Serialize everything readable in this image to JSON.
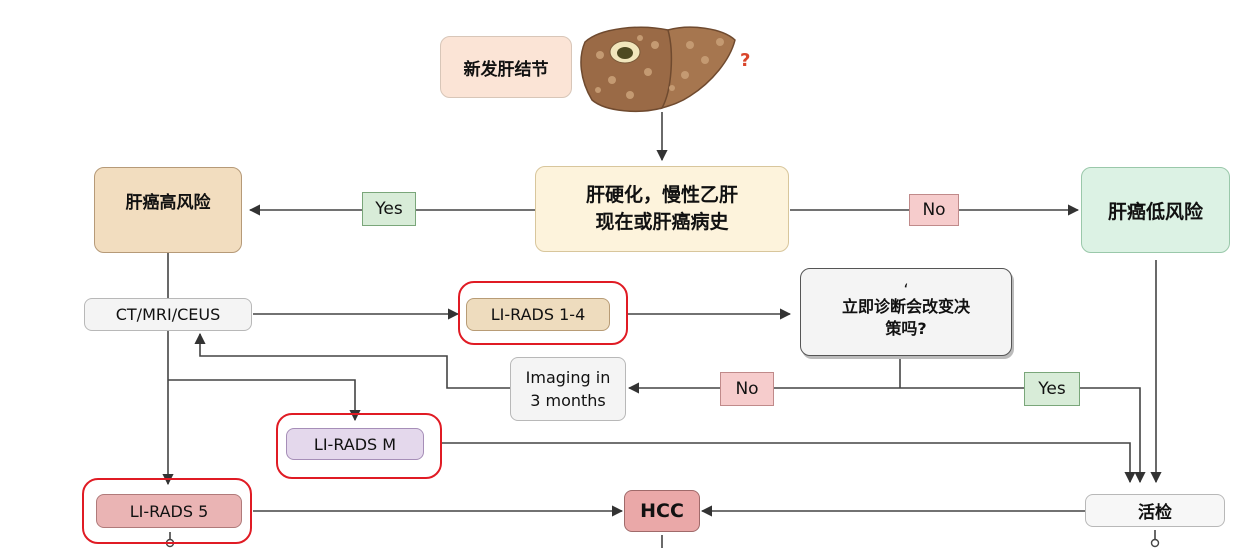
{
  "new_nodule": "新发肝结节",
  "liver_question_mark": "?",
  "history_question": {
    "line1": "肝硬化，慢性乙肝",
    "line2": "现在或肝癌病史"
  },
  "high_risk": "肝癌高风险",
  "low_risk": "肝癌低风险",
  "yes_label": "Yes",
  "no_label": "No",
  "imaging_modality": "CT/MRI/CEUS",
  "lirads_1_4": "LI-RADS 1-4",
  "lirads_m": "LI-RADS M",
  "lirads_5": "LI-RADS 5",
  "decision_question": {
    "mark": "‘",
    "line1": "立即诊断会改变决",
    "line2": "策吗?"
  },
  "imaging_followup": {
    "line1": "Imaging in",
    "line2": "3 months"
  },
  "hcc": "HCC",
  "biopsy": "活检",
  "colors": {
    "tan_box": "#f4e0bf",
    "history_box": "#fdf3dc",
    "low_risk_box": "#dcf2e4",
    "yes_green": "#d8ecd8",
    "no_red": "#f6cccc",
    "lirads_m_purple": "#e4d8ec",
    "lirads_5_red": "#eab4b4",
    "hcc_red": "#eaa8a8",
    "highlight_ring": "#e01b24",
    "liver_brown": "#9a6a46"
  }
}
